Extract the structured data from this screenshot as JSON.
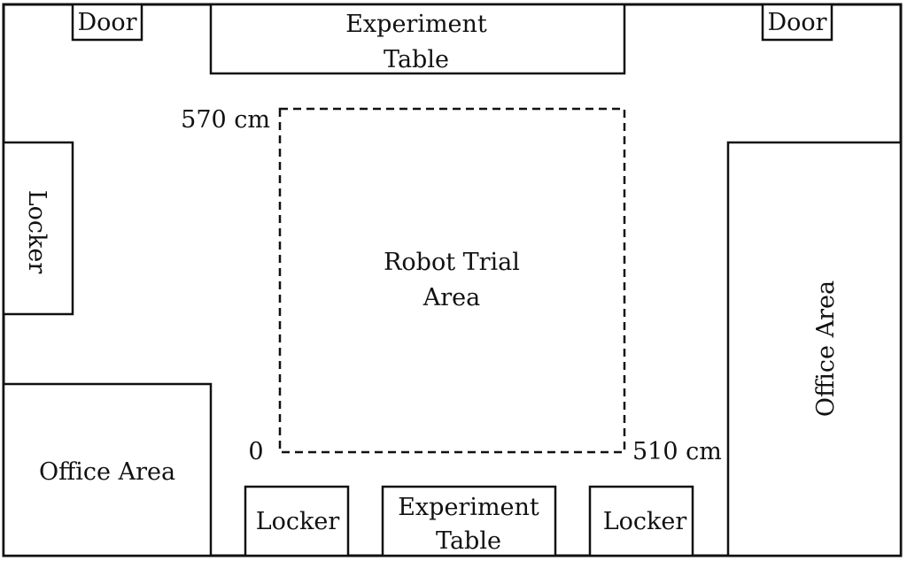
{
  "rooms": {
    "door_left": "Door",
    "door_right": "Door",
    "experiment_table_top": [
      "Experiment",
      "Table"
    ],
    "experiment_table_bottom": [
      "Experiment",
      "Table"
    ],
    "locker_left": "Locker",
    "locker_bottom_left": "Locker",
    "locker_bottom_right": "Locker",
    "office_area_left": "Office Area",
    "office_area_right": "Office Area",
    "robot_trial_area": [
      "Robot Trial",
      "Area"
    ]
  },
  "axis": {
    "origin": "0",
    "x_max": "510 cm",
    "y_max": "570 cm"
  }
}
